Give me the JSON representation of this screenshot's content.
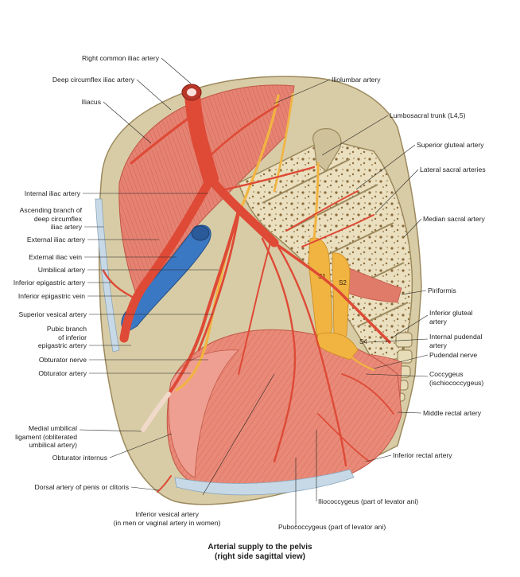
{
  "labels": {
    "right_common_iliac_artery": "Right common iliac artery",
    "deep_circumflex_iliac_artery": "Deep circumflex iliac artery",
    "iliacus": "Iliacus",
    "internal_iliac_artery": "Internal iliac artery",
    "ascending_branch": [
      "Ascending branch of",
      "deep circumflex",
      "iliac artery"
    ],
    "external_iliac_artery": "External iliac artery",
    "external_iliac_vein": "External iliac vein",
    "umbilical_artery": "Umbilical artery",
    "inferior_epigastric_artery": "Inferior epigastric artery",
    "inferior_epigastric_vein": "Inferior epigastric vein",
    "superior_vesical_artery": "Superior vesical artery",
    "pubic_branch": [
      "Pubic branch",
      "of inferior",
      "epigastric artery"
    ],
    "obturator_nerve": "Obturator nerve",
    "obturator_artery": "Obturator artery",
    "medial_umbilical_ligament": [
      "Medial umbilical",
      "ligament (obliterated",
      "umbilical artery)"
    ],
    "obturator_internus": "Obturator internus",
    "dorsal_artery": "Dorsal artery of  penis or clitoris",
    "inferior_vesical_artery": [
      "Inferior vesical artery",
      "(in men or vaginal artery in women)"
    ],
    "iliolumbar_artery": "Iliolumbar artery",
    "lumbosacral_trunk": "Lumbosacral trunk (L4,5)",
    "superior_gluteal_artery": "Superior gluteal artery",
    "lateral_sacral_arteries": "Lateral sacral arteries",
    "median_sacral_artery": "Median sacral artery",
    "piriformis": "Piriformis",
    "inferior_gluteal_artery": [
      "Inferior gluteal",
      "artery"
    ],
    "internal_pudendal_artery": [
      "Internal pudendal",
      "artery"
    ],
    "pudendal_nerve": "Pudendal nerve",
    "coccygeus": [
      "Coccygeus",
      "(ischiococcygeus)"
    ],
    "middle_rectal_artery": "Middle rectal artery",
    "inferior_rectal_artery": "Inferior rectal artery",
    "iliococcygeus": "Iliococcygeus (part of levator ani)",
    "pubococcygeus": "Pubococcygeus (part of levator ani)",
    "s1": "S1",
    "s2": "S2",
    "s4": "S4"
  },
  "caption": {
    "line1": "Arterial supply to the pelvis",
    "line2": "(right side sagittal view)"
  },
  "colors": {
    "bone": "#d8cca6",
    "bone_dark": "#b9a77c",
    "muscle": "#e58272",
    "muscle_light": "#eda699",
    "artery": "#de4a36",
    "vein": "#3b78c4",
    "nerve": "#f2b441",
    "ligament": "#c7d9e6"
  }
}
